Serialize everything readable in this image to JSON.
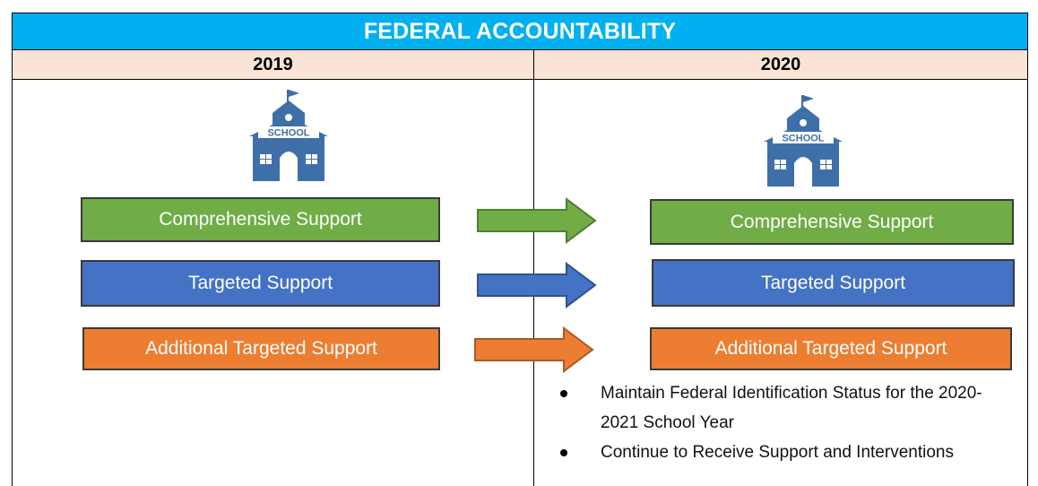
{
  "title": "FEDERAL ACCOUNTABILITY",
  "columns": {
    "left_year": "2019",
    "right_year": "2020"
  },
  "school_icon": {
    "name": "school-building-icon",
    "label": "SCHOOL"
  },
  "supports": [
    {
      "label": "Comprehensive Support",
      "color": "#70AD47"
    },
    {
      "label": "Targeted Support",
      "color": "#4472C4"
    },
    {
      "label": "Additional Targeted Support",
      "color": "#ED7D31"
    }
  ],
  "arrow_icon": "right-arrow-icon",
  "notes": [
    "Maintain Federal Identification Status for the 2020-2021 School Year",
    "Continue to Receive Support and Interventions"
  ],
  "colors": {
    "title_bar": "#00B0F0",
    "year_row": "#FBE3D6",
    "school_icon": "#3E6FA8"
  }
}
